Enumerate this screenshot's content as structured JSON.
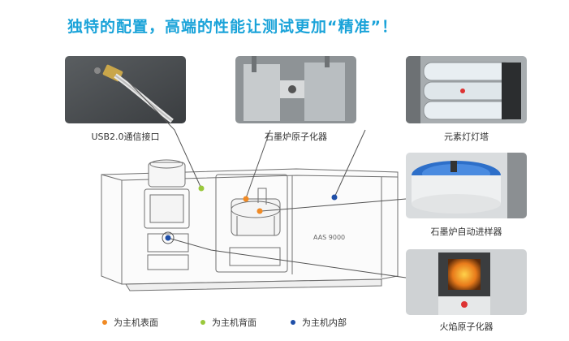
{
  "headline": "独特的配置，高端的性能让测试更加“精准”！",
  "model_label": "AAS 9000",
  "captions": {
    "usb": "USB2.0通信接口",
    "graphite_furnace_atomizer": "石墨炉原子化器",
    "lamp_turret": "元素灯灯塔",
    "autosampler": "石墨炉自动进样器",
    "flame_atomizer": "火焰原子化器"
  },
  "legend": [
    {
      "label": "为主机表面",
      "color": "#f08a24"
    },
    {
      "label": "为主机背面",
      "color": "#9ac83c"
    },
    {
      "label": "为主机内部",
      "color": "#1f4fa8"
    }
  ],
  "icons": {
    "usb_photo": "usb-cable-photo",
    "furnace_photo": "graphite-furnace-photo",
    "lamp_photo": "lamp-turret-photo",
    "autosampler_photo": "autosampler-photo",
    "flame_photo": "flame-atomizer-photo"
  }
}
